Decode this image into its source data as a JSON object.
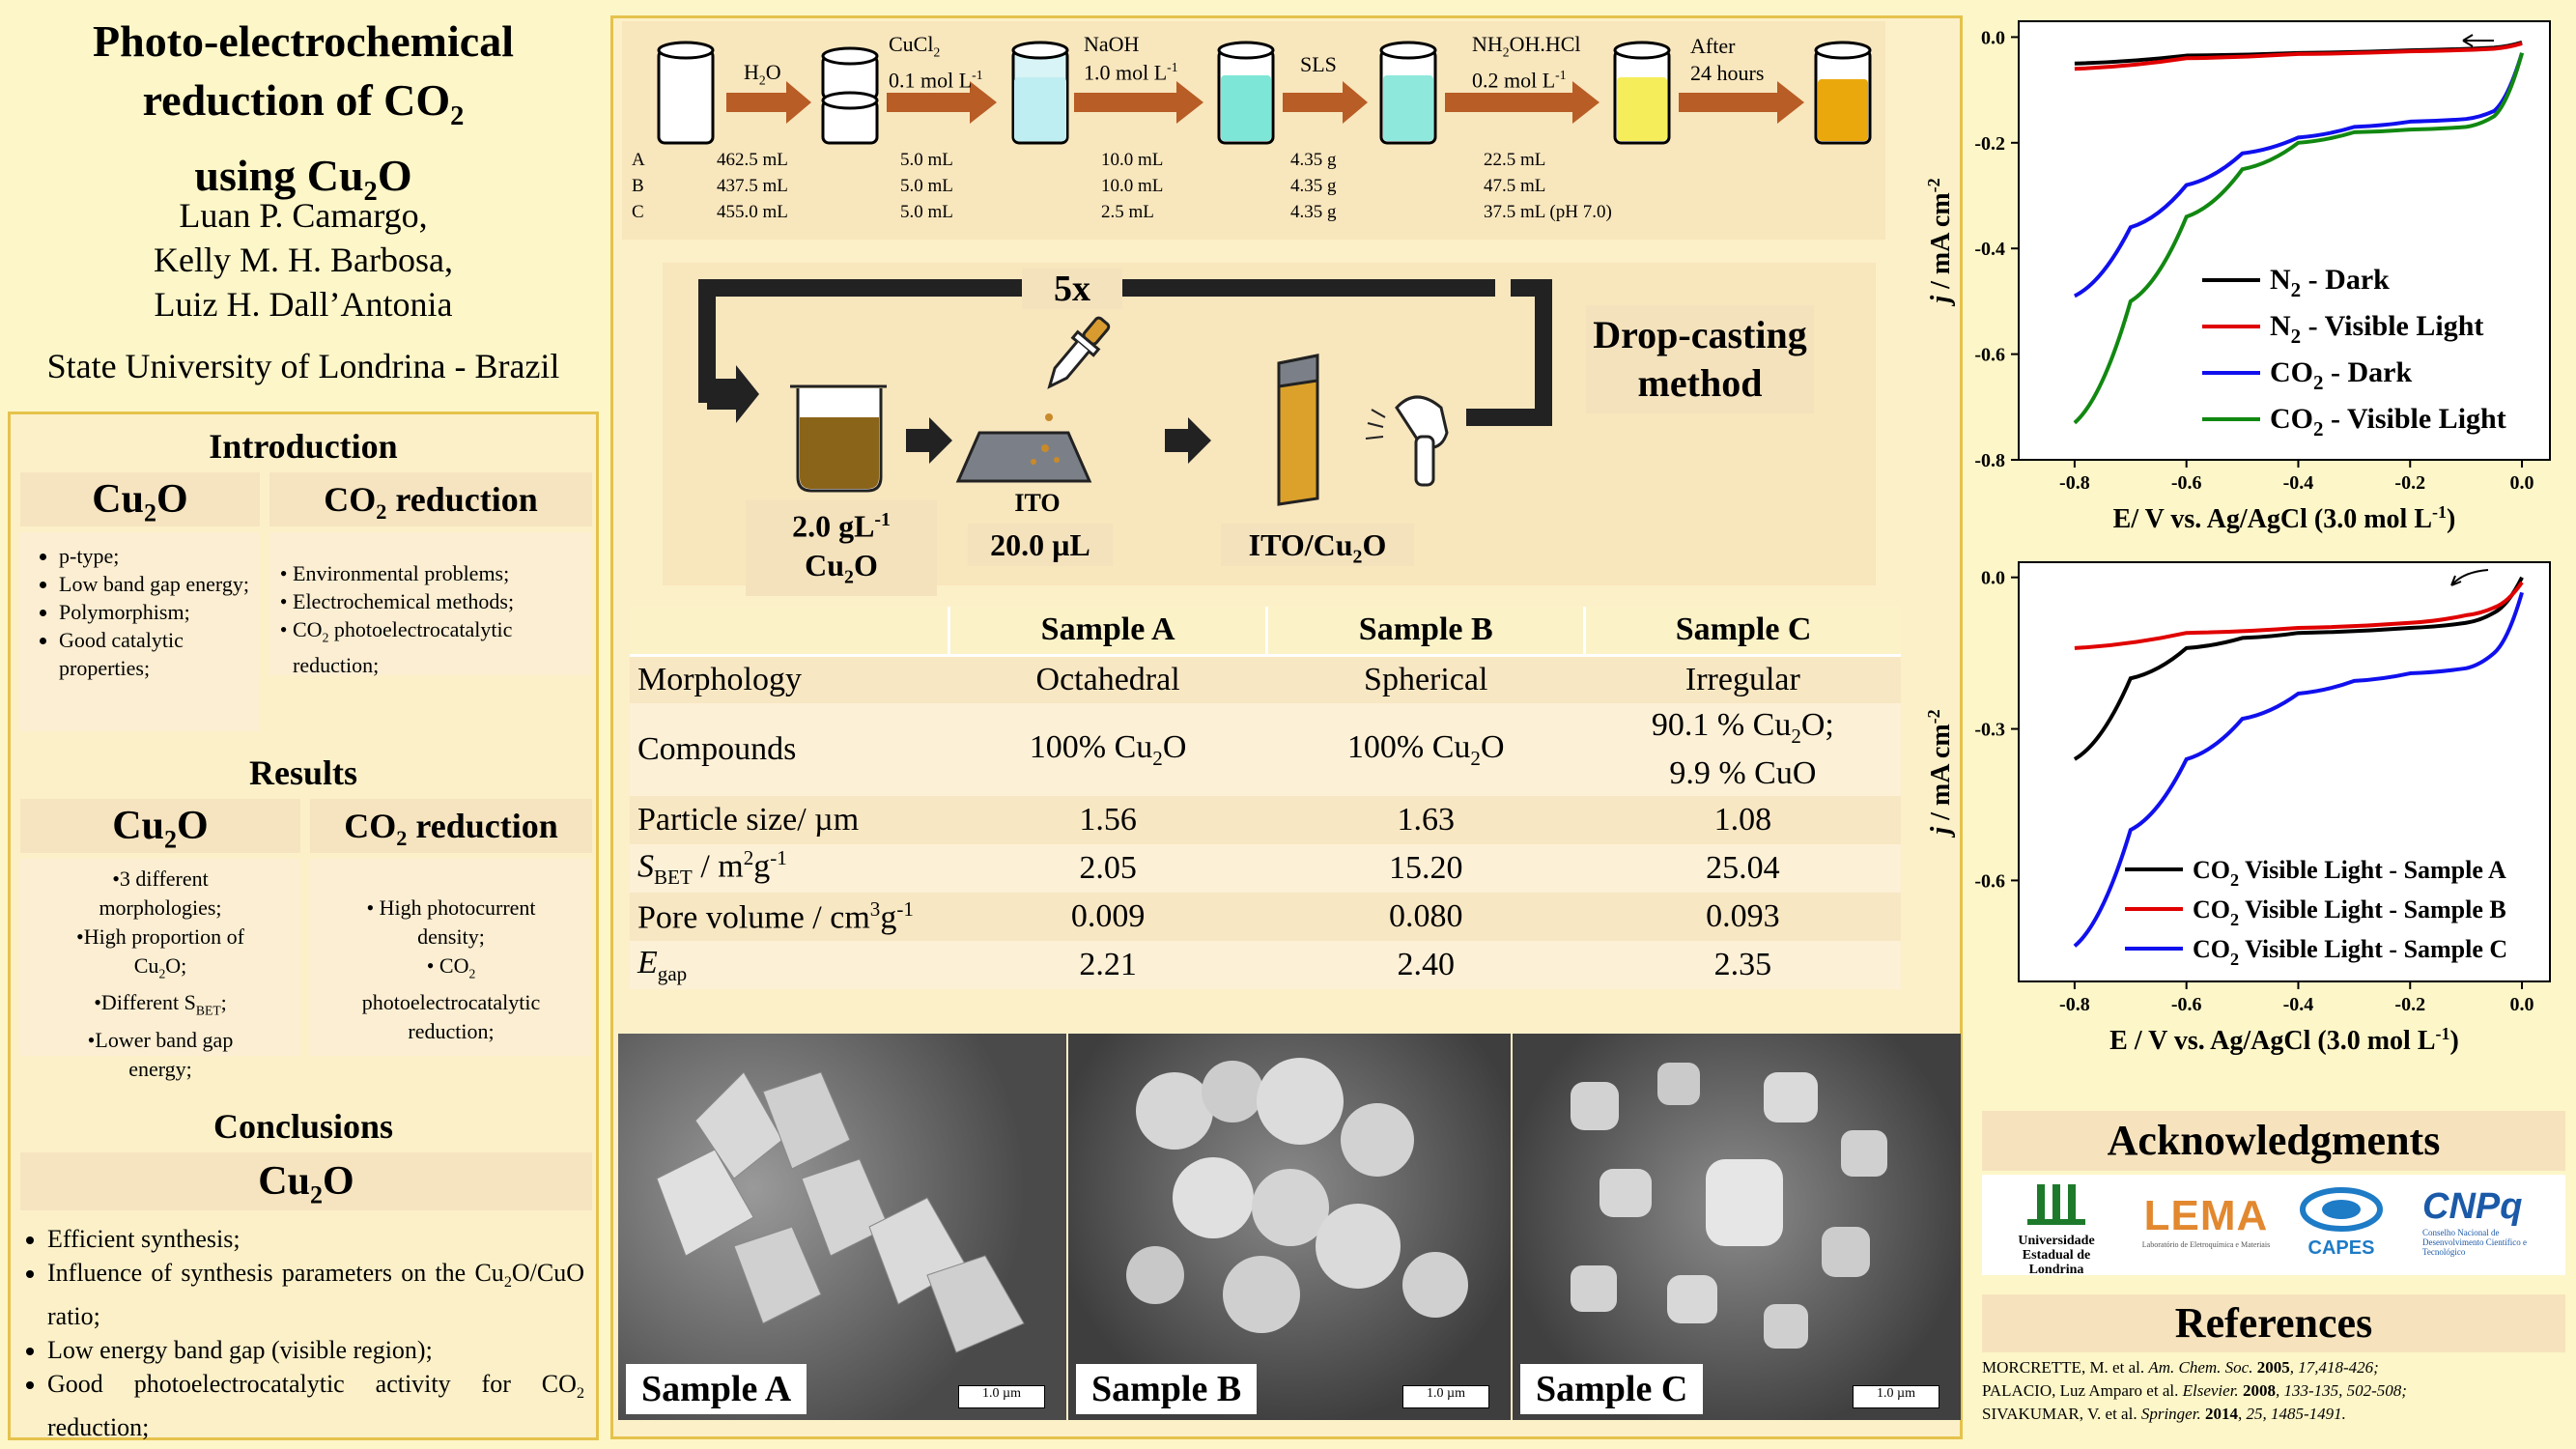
{
  "title": {
    "line1": "Photo-electrochemical",
    "line2a": "reduction of CO",
    "line2sub": "2",
    "line3a": "using Cu",
    "line3sub": "2",
    "line3b": "O"
  },
  "authors": [
    "Luan P. Camargo,",
    "Kelly M. H. Barbosa,",
    "Luiz H. Dall’Antonia"
  ],
  "affiliation": "State University of Londrina - Brazil",
  "intro": {
    "heading": "Introduction",
    "cu2o_a": "Cu",
    "cu2o_sub": "2",
    "cu2o_b": "O",
    "co2_a": "CO",
    "co2_sub": "2",
    "co2_b": " reduction",
    "cu2o_items": [
      "p-type;",
      "Low band gap energy;",
      "Polymorphism;",
      "Good catalytic properties;"
    ],
    "co2_items": [
      "Environmental problems;",
      "Electrochemical methods;"
    ],
    "co2_item3a": "CO",
    "co2_item3sub": "2",
    "co2_item3b": " photoelectrocatalytic reduction;"
  },
  "results": {
    "heading": "Results",
    "r1": "•3 different morphologies;",
    "r2a": "•High proportion of Cu",
    "r2sub": "2",
    "r2b": "O;",
    "r3a": "•Different S",
    "r3sub": "BET",
    "r3b": ";",
    "r4": "•Lower band gap energy;",
    "c1": "• High photocurrent density;",
    "c2a": "• CO",
    "c2sub": "2",
    "c2b": " photoelectrocatalytic reduction;"
  },
  "conclusions": {
    "heading": "Conclusions",
    "i1": "Efficient synthesis;",
    "i2a": "Influence of synthesis parameters on the Cu",
    "i2sub": "2",
    "i2b": "O/CuO ratio;",
    "i3": "Low energy band gap (visible region);",
    "i4a": "Good photoelectrocatalytic activity for CO",
    "i4sub": "2",
    "i4b": " reduction;"
  },
  "synthesis": {
    "steps": [
      {
        "l1": "H",
        "l1sub": "2",
        "l1b": "O",
        "l2": ""
      },
      {
        "l1": "CuCl",
        "l1sub": "2",
        "l1b": "",
        "l2": "0.1 mol L",
        "l2sup": "-1"
      },
      {
        "l1": "NaOH",
        "l1sub": "",
        "l1b": "",
        "l2": "1.0 mol L",
        "l2sup": "-1"
      },
      {
        "l1": "SLS",
        "l1sub": "",
        "l1b": "",
        "l2": ""
      },
      {
        "l1": "NH",
        "l1sub": "2",
        "l1b": "OH.HCl",
        "l2": "0.2 mol L",
        "l2sup": "-1"
      },
      {
        "l1": "After",
        "l1sub": "",
        "l1b": "",
        "l2": "24 hours"
      }
    ],
    "rows": [
      "A",
      "B",
      "C"
    ],
    "cols": [
      [
        "462.5 mL",
        "437.5 mL",
        "455.0 mL"
      ],
      [
        "5.0 mL",
        "5.0 mL",
        "5.0 mL"
      ],
      [
        "10.0 mL",
        "10.0 mL",
        "2.5 mL"
      ],
      [
        "4.35 g",
        "4.35 g",
        "4.35 g"
      ],
      [
        "22.5 mL",
        "47.5 mL",
        "37.5 mL (pH 7.0)"
      ]
    ]
  },
  "dropcast": {
    "repeat": "5x",
    "method": "Drop-casting method",
    "conc": "2.0 gL",
    "conc_sup": "-1",
    "conc2a": "Cu",
    "conc2sub": "2",
    "conc2b": "O",
    "ito": "ITO",
    "vol": "20.0 µL",
    "product_a": "ITO/Cu",
    "product_sub": "2",
    "product_b": "O"
  },
  "table": {
    "headers": [
      "",
      "Sample A",
      "Sample B",
      "Sample C"
    ],
    "morph": [
      "Morphology",
      "Octahedral",
      "Spherical",
      "Irregular"
    ],
    "comp_label": "Compounds",
    "comp_a": "100% Cu",
    "comp_b": "100% Cu",
    "comp_sub": "2",
    "comp_end": "O",
    "comp_c1a": "90.1 % Cu",
    "comp_c1b": "O;",
    "comp_c2": "9.9 % CuO",
    "size": [
      "Particle size/ µm",
      "1.56",
      "1.63",
      "1.08"
    ],
    "sbet_label": "S",
    "sbet_sub": "BET",
    "sbet_unit": " / m",
    "sbet_sup1": "2",
    "sbet_unit2": "g",
    "sbet_sup2": "-1",
    "sbet": [
      "2.05",
      "15.20",
      "25.04"
    ],
    "pore_label": "Pore volume / cm",
    "pore_sup1": "3",
    "pore_unit": "g",
    "pore_sup2": "-1",
    "pore": [
      "0.009",
      "0.080",
      "0.093"
    ],
    "egap_label": "E",
    "egap_sub": "gap",
    "egap": [
      "2.21",
      "2.40",
      "2.35"
    ]
  },
  "sem": {
    "labels": [
      "Sample A",
      "Sample B",
      "Sample C"
    ],
    "scale": "1.0 µm"
  },
  "chart_data": [
    {
      "type": "line",
      "xlabel": "E/ V vs. Ag/AgCl (3.0 mol L-1)",
      "ylabel": "j / mA cm-2",
      "xlim": [
        -0.9,
        0.05
      ],
      "ylim": [
        -0.8,
        0.03
      ],
      "xticks": [
        "-0.8",
        "-0.6",
        "-0.4",
        "-0.2",
        "0.0"
      ],
      "yticks": [
        "0.0",
        "-0.2",
        "-0.4",
        "-0.6",
        "-0.8"
      ],
      "series": [
        {
          "name": "N2 - Dark",
          "color": "#000000",
          "x": [
            -0.8,
            -0.6,
            -0.4,
            -0.2,
            -0.05,
            0.0
          ],
          "y": [
            -0.05,
            -0.035,
            -0.03,
            -0.025,
            -0.02,
            -0.01
          ]
        },
        {
          "name": "N2 - Visible Light",
          "color": "#e00000",
          "x": [
            -0.8,
            -0.6,
            -0.4,
            -0.2,
            -0.05,
            0.0
          ],
          "y": [
            -0.06,
            -0.04,
            -0.032,
            -0.027,
            -0.022,
            -0.012
          ]
        },
        {
          "name": "CO2 - Dark",
          "color": "#1010ee",
          "x": [
            -0.8,
            -0.7,
            -0.6,
            -0.5,
            -0.4,
            -0.3,
            -0.2,
            -0.1,
            -0.05,
            0.0
          ],
          "y": [
            -0.49,
            -0.36,
            -0.28,
            -0.22,
            -0.19,
            -0.17,
            -0.16,
            -0.155,
            -0.14,
            -0.03
          ]
        },
        {
          "name": "CO2 - Visible Light",
          "color": "#118811",
          "x": [
            -0.8,
            -0.7,
            -0.6,
            -0.5,
            -0.4,
            -0.3,
            -0.2,
            -0.1,
            -0.05,
            0.0
          ],
          "y": [
            -0.73,
            -0.5,
            -0.34,
            -0.25,
            -0.2,
            -0.18,
            -0.175,
            -0.17,
            -0.15,
            -0.03
          ]
        }
      ]
    },
    {
      "type": "line",
      "xlabel": "E / V vs. Ag/AgCl (3.0 mol L-1)",
      "ylabel": "j / mA cm-2",
      "xlim": [
        -0.9,
        0.05
      ],
      "ylim": [
        -0.8,
        0.03
      ],
      "xticks": [
        "-0.8",
        "-0.6",
        "-0.4",
        "-0.2",
        "0.0"
      ],
      "yticks": [
        "0.0",
        "-0.3",
        "-0.6"
      ],
      "series": [
        {
          "name": "CO2 Visible Light - Sample A",
          "color": "#000000",
          "x": [
            -0.8,
            -0.7,
            -0.6,
            -0.5,
            -0.4,
            -0.2,
            -0.1,
            -0.05,
            0.0
          ],
          "y": [
            -0.36,
            -0.2,
            -0.14,
            -0.12,
            -0.11,
            -0.1,
            -0.09,
            -0.07,
            0.0
          ]
        },
        {
          "name": "CO2 Visible Light - Sample B",
          "color": "#e00000",
          "x": [
            -0.8,
            -0.6,
            -0.4,
            -0.2,
            -0.1,
            -0.05,
            0.0
          ],
          "y": [
            -0.14,
            -0.11,
            -0.1,
            -0.09,
            -0.075,
            -0.06,
            -0.01
          ]
        },
        {
          "name": "CO2 Visible Light - Sample C",
          "color": "#1010ee",
          "x": [
            -0.8,
            -0.7,
            -0.6,
            -0.5,
            -0.4,
            -0.3,
            -0.2,
            -0.1,
            -0.05,
            0.0
          ],
          "y": [
            -0.73,
            -0.5,
            -0.36,
            -0.28,
            -0.23,
            -0.205,
            -0.19,
            -0.18,
            -0.15,
            -0.03
          ]
        }
      ]
    }
  ],
  "ack": {
    "heading": "Acknowledgments",
    "logos": [
      "Universidade Estadual de Londrina",
      "LEMA",
      "CAPES",
      "CNPq"
    ],
    "lema_sub": "Laboratório de Eletroquímica e Materiais",
    "cnpq_sub": "Conselho Nacional de Desenvolvimento Científico e Tecnológico"
  },
  "refs": {
    "heading": "References",
    "r1a": "MORCRETTE, M. et al. ",
    "r1j": "Am. Chem. Soc. ",
    "r1y": "2005",
    ", r1v": ", 17,418-426;",
    "r1v": ", 17,418-426;",
    "r2a": "PALACIO, Luz Amparo et al. ",
    "r2j": "Elsevier. ",
    "r2y": "2008",
    "r2v": ", 133-135, 502-508;",
    "r3a": "SIVAKUMAR, V. et al. ",
    "r3j": "Springer. ",
    "r3y": "2014",
    "r3v": ", 25, 1485-1491."
  },
  "colors": {
    "panel_border": "#e5c24c",
    "background": "#fdf6c8",
    "arrow": "#b85d25"
  }
}
